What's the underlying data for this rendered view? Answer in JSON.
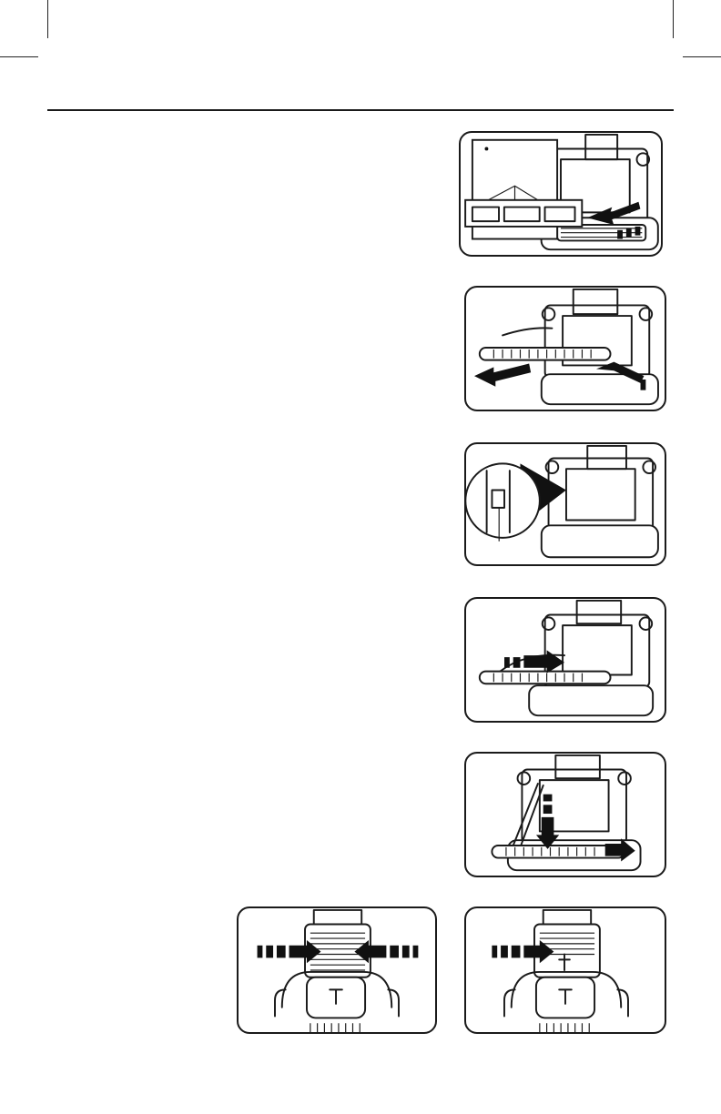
{
  "page": {
    "background": "#ffffff",
    "ink": "#1a1a1a"
  },
  "figures": [
    {
      "name": "baseplate-removed",
      "icon": "vacuum-underside-baseplate-illustration"
    },
    {
      "name": "brushroll-removal",
      "icon": "vacuum-underside-brushroll-out-illustration"
    },
    {
      "name": "belt-channel-detail",
      "icon": "vacuum-underside-magnified-detail-illustration"
    },
    {
      "name": "belt-insertion",
      "icon": "vacuum-underside-belt-illustration"
    },
    {
      "name": "brushroll-install",
      "icon": "vacuum-underside-brushroll-in-illustration"
    },
    {
      "name": "filter-release-both",
      "icon": "vacuum-filter-squeeze-illustration"
    },
    {
      "name": "filter-release-left",
      "icon": "vacuum-filter-push-illustration"
    }
  ]
}
